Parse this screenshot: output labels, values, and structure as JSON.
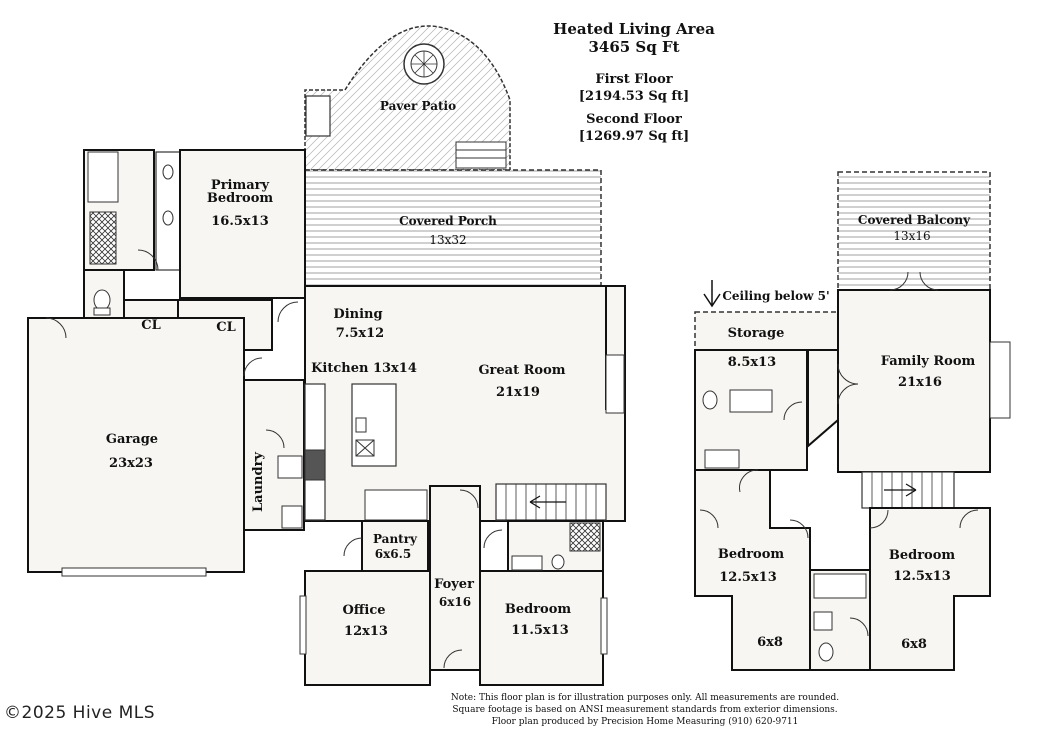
{
  "header": {
    "heated_title": "Heated Living Area",
    "heated_total": "3465 Sq Ft",
    "first_floor_label": "First Floor",
    "first_floor_area": "[2194.53 Sq ft]",
    "second_floor_label": "Second Floor",
    "second_floor_area": "[1269.97 Sq ft]"
  },
  "first_floor": {
    "paver_patio": "Paver Patio",
    "primary_bedroom": {
      "name": "Primary\nBedroom",
      "line1": "Primary",
      "line2": "Bedroom",
      "dims": "16.5x13"
    },
    "covered_porch": {
      "name": "Covered Porch",
      "dims": "13x32"
    },
    "closet_1": "CL",
    "closet_2": "CL",
    "dining": {
      "name": "Dining",
      "dims": "7.5x12"
    },
    "kitchen": {
      "name": "Kitchen 13x14"
    },
    "great_room": {
      "name": "Great Room",
      "dims": "21x19"
    },
    "garage": {
      "name": "Garage",
      "dims": "23x23"
    },
    "laundry": "Laundry",
    "pantry": {
      "name": "Pantry",
      "dims": "6x6.5"
    },
    "foyer": {
      "name": "Foyer",
      "dims": "6x16"
    },
    "office": {
      "name": "Office",
      "dims": "12x13"
    },
    "bedroom": {
      "name": "Bedroom",
      "dims": "11.5x13"
    }
  },
  "second_floor": {
    "covered_balcony": {
      "name": "Covered Balcony",
      "dims": "13x16"
    },
    "ceiling_note": "Ceiling below 5'",
    "storage": {
      "name": "Storage",
      "dims": "8.5x13"
    },
    "family_room": {
      "name": "Family Room",
      "dims": "21x16"
    },
    "bedroom_left": {
      "name": "Bedroom",
      "dims": "12.5x13",
      "nook": "6x8"
    },
    "bedroom_right": {
      "name": "Bedroom",
      "dims": "12.5x13",
      "nook": "6x8"
    }
  },
  "footer": {
    "note_line1": "Note: This floor plan is for illustration purposes only. All measurements are rounded.",
    "note_line2": "Square footage is based on ANSI measurement standards from exterior dimensions.",
    "note_line3": "Floor plan produced by Precision Home Measuring (910) 620-9711",
    "watermark": "©2025 Hive MLS"
  }
}
